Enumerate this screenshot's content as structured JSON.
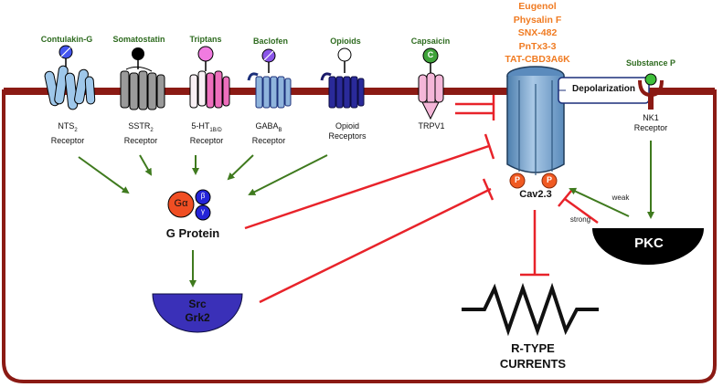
{
  "ligands": {
    "contulakin": "Contulakin-G",
    "somatostatin": "Somatostatin",
    "triptans": "Triptans",
    "baclofen": "Baclofen",
    "opioids": "Opioids",
    "capsaicin": "Capsaicin",
    "substance_p": "Substance P"
  },
  "receptors": {
    "nts2": {
      "main": "NTS",
      "sub": "2",
      "line2": "Receptor"
    },
    "sstr2": {
      "main": "SSTR",
      "sub": "2",
      "line2": "Receptor"
    },
    "ht1bd": {
      "main": "5-HT",
      "sub": "1B/D",
      "line2": "Receptor"
    },
    "gabab": {
      "main": "GABA",
      "sub": "B",
      "line2": "Receptor"
    },
    "opioid": {
      "line1": "Opioid",
      "line2": "Receptors"
    },
    "trpv1": "TRPV1",
    "nk1": {
      "line1": "NK1",
      "line2": "Receptor"
    }
  },
  "capsaicin_badge": "C",
  "blockers": [
    "Eugenol",
    "Physalin F",
    "SNX-482",
    "PnTx3-3",
    "TAT-CBD3A6K"
  ],
  "depolarization": "Depolarization",
  "channel": {
    "name": "Cav2.3",
    "phospho": "P"
  },
  "g_protein": {
    "label": "G Protein",
    "alpha": "Gα",
    "beta": "β",
    "gamma": "γ"
  },
  "src_grk": [
    "Src",
    "Grk2"
  ],
  "pkc": "PKC",
  "pkc_arrows": {
    "weak": "weak",
    "strong": "strong"
  },
  "currents": [
    "R-TYPE",
    "CURRENTS"
  ],
  "colors": {
    "membrane": "#8b1a14",
    "activation_arrow": "#3f7a1e",
    "inhibition": "#e8232a",
    "drug_text": "#f07b22",
    "ligand_text": "#2e6b1f",
    "channel": "#7fa8cf",
    "phospho": "#f05a22",
    "g_alpha": "#f04e23",
    "g_beta_gamma": "#2424d8",
    "src_grk2": "#3a30b8",
    "pkc": "#000000"
  }
}
